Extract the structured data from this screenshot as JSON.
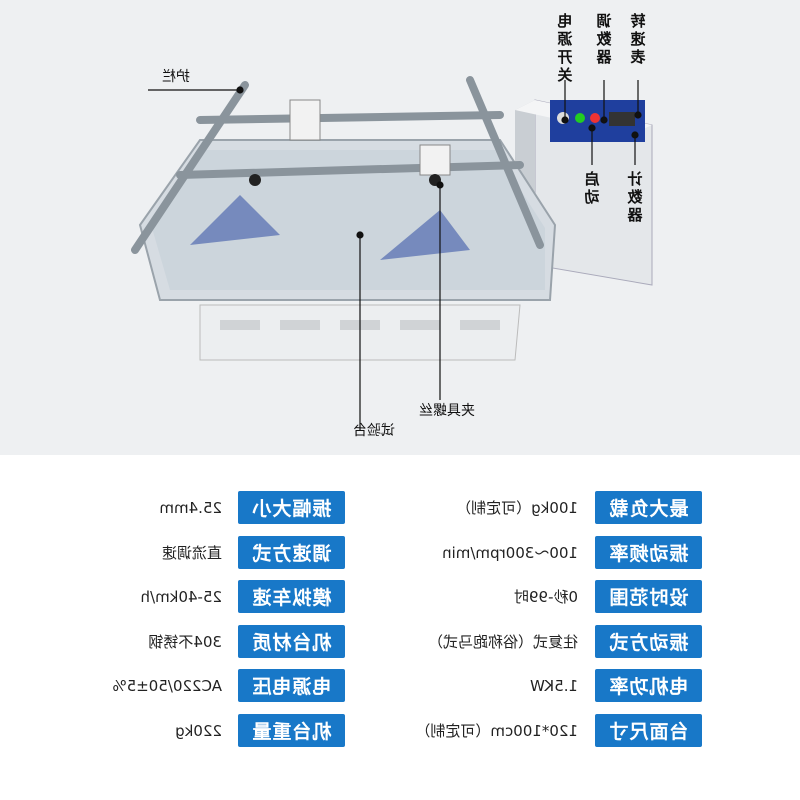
{
  "callouts": {
    "guardrail": "护栏",
    "test_table": "试验台",
    "clamp_screw": "夹具螺丝",
    "power_switch": "电源开关",
    "adjust_device": "调数器",
    "tachometer": "转速表",
    "start": "启动",
    "counter": "计数器"
  },
  "specs_left": [
    {
      "label": "最大负载",
      "value": "100kg（可定制）"
    },
    {
      "label": "振动频率",
      "value": "100～300rpm/min"
    },
    {
      "label": "设时范围",
      "value": "0秒-99时"
    },
    {
      "label": "振动方式",
      "value": "往复式（俗称跑马式）"
    },
    {
      "label": "电机功率",
      "value": "1.5KW"
    },
    {
      "label": "台面尺寸",
      "value": "120*100cm（可定制）"
    }
  ],
  "specs_right": [
    {
      "label": "振幅大小",
      "value": "25.4mm"
    },
    {
      "label": "调速方式",
      "value": "直流调速"
    },
    {
      "label": "模拟车速",
      "value": "25-40km/h"
    },
    {
      "label": "机台材质",
      "value": "304不锈钢"
    },
    {
      "label": "电源电压",
      "value": "AC220/50±5%"
    },
    {
      "label": "机台重量",
      "value": "220kg"
    }
  ],
  "colors": {
    "badge": "#1878c8",
    "frame": "#9aa3ab",
    "panel": "#1f3f9e",
    "table_top": "#cfd6dd"
  },
  "icons": [
    "callout-line",
    "start-button",
    "power-knob",
    "speed-display"
  ]
}
